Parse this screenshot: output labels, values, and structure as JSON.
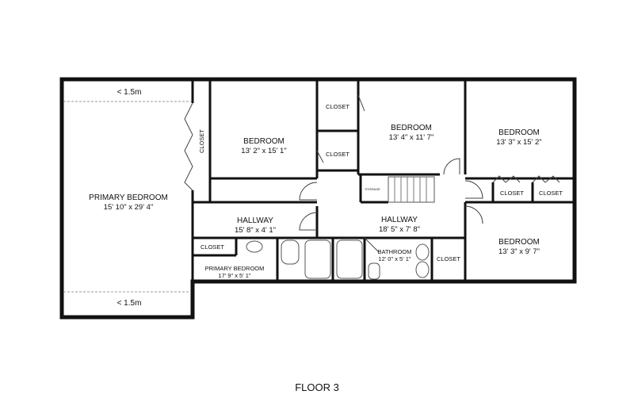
{
  "floor_label": "FLOOR 3",
  "rooms": {
    "primary_bedroom": {
      "name": "PRIMARY BEDROOM",
      "size": "15' 10\" x 29' 4\""
    },
    "ceiling_top": "< 1.5m",
    "ceiling_bottom": "< 1.5m",
    "closet_vertical": "CLOSET",
    "bedroom1": {
      "name": "BEDROOM",
      "size": "13' 2\" x 15' 1\""
    },
    "closet_a": "CLOSET",
    "closet_b": "CLOSET",
    "bedroom2": {
      "name": "BEDROOM",
      "size": "13' 4\" x 11' 7\""
    },
    "bedroom3": {
      "name": "BEDROOM",
      "size": "13' 3\" x 15' 2\""
    },
    "closet_c": "CLOSET",
    "closet_d": "CLOSET",
    "storage": "STORAGE",
    "hallway1": {
      "name": "HALLWAY",
      "size": "15' 8\" x 4' 1\""
    },
    "hallway2": {
      "name": "HALLWAY",
      "size": "18' 5\" x 7' 8\""
    },
    "closet_e": "CLOSET",
    "primary_bath": {
      "name": "PRIMARY BEDROOM",
      "size": "17' 9\" x 5' 1\""
    },
    "bathroom": {
      "name": "BATHROOM",
      "size": "12' 0\" x 5' 1\""
    },
    "closet_f": "CLOSET",
    "bedroom4": {
      "name": "BEDROOM",
      "size": "13' 3\" x 9' 7\""
    }
  }
}
